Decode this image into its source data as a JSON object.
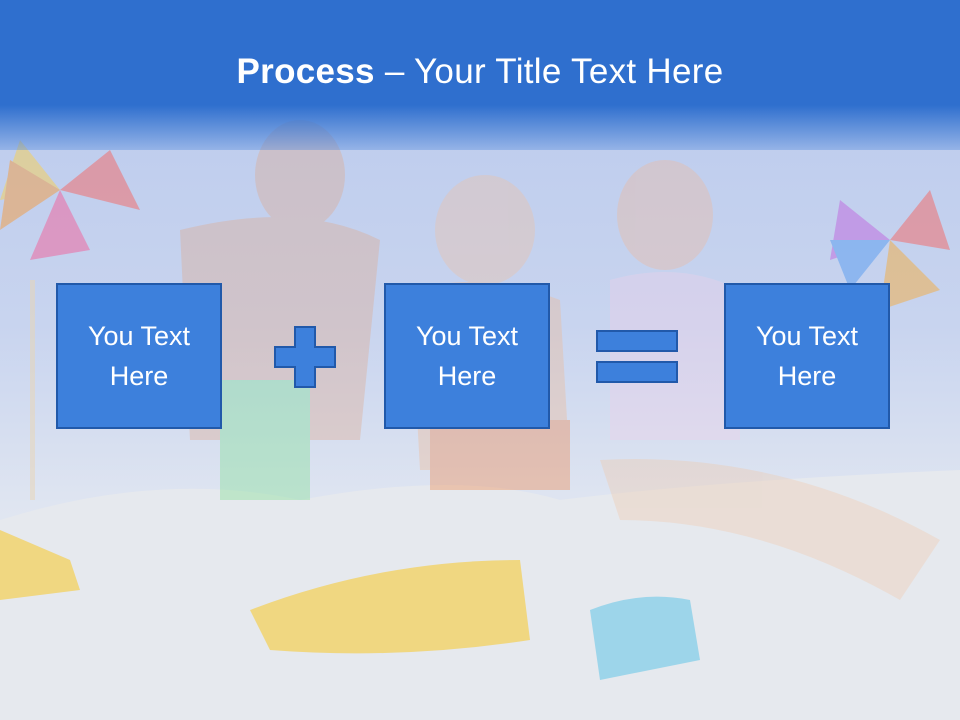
{
  "title": {
    "bold": "Process",
    "separator": " – ",
    "rest": "Your Title Text Here"
  },
  "boxes": [
    {
      "text": "You Text Here"
    },
    {
      "text": "You Text Here"
    },
    {
      "text": "You Text Here"
    }
  ],
  "operators": [
    "plus-icon",
    "equals-icon"
  ],
  "colors": {
    "title_band": "#2f6fce",
    "box_fill": "#3d80dc",
    "box_border": "#2159aa",
    "text": "#ffffff"
  }
}
